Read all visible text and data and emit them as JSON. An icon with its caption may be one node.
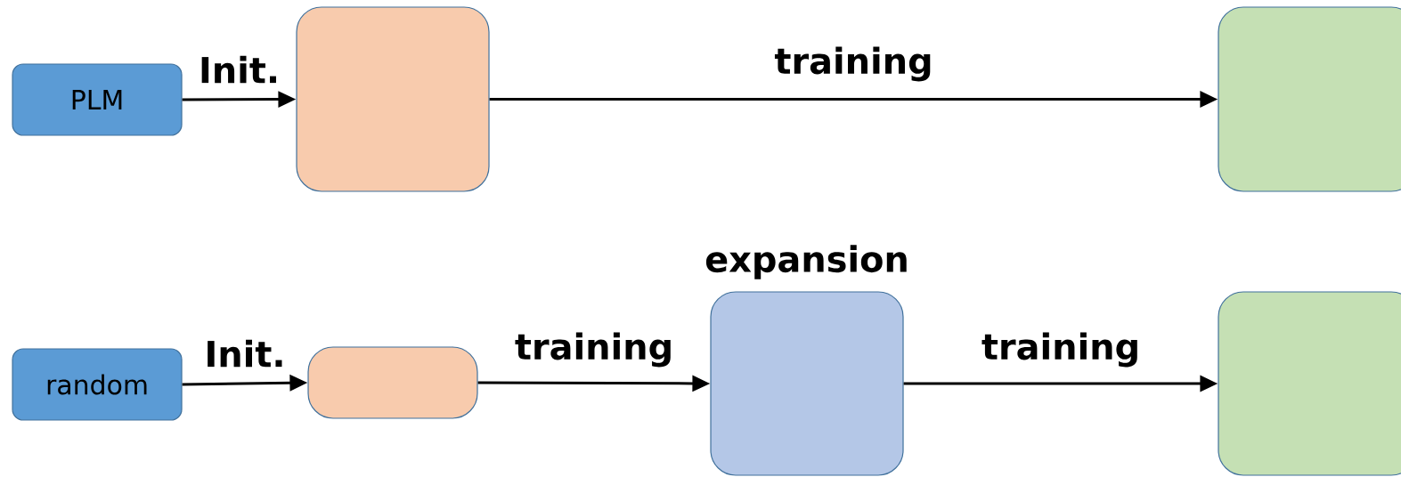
{
  "diagram": {
    "nodes": [
      {
        "text": [
          "PLM"
        ]
      },
      {
        "text": [],
        "shape": "box"
      },
      {
        "text": [],
        "shape": "box"
      },
      {
        "text": [
          "random"
        ]
      },
      {
        "text": [],
        "shape": "box"
      },
      {
        "text": [
          "expansion"
        ]
      },
      {
        "text": [],
        "shape": "box"
      }
    ],
    "edges": [
      {
        "from": 0,
        "to": 1,
        "arrow": "to",
        "label": "Init."
      },
      {
        "from": 1,
        "to": 2,
        "arrow": "to",
        "label": "training"
      },
      {
        "from": 3,
        "to": 4,
        "arrow": "to",
        "label": "Init."
      },
      {
        "from": 4,
        "to": 5,
        "arrow": "to",
        "label": "training"
      },
      {
        "from": 5,
        "to": 6,
        "arrow": "to",
        "label": "training"
      }
    ]
  }
}
